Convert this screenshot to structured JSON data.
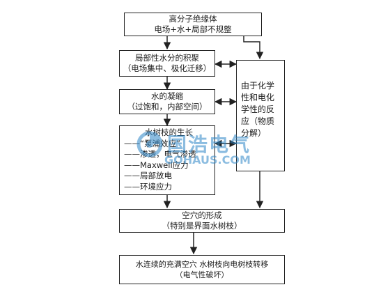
{
  "nodes": {
    "insulator": {
      "lines": [
        "高分子绝缘体",
        "电场+水+局部不规整"
      ]
    },
    "accumulation": {
      "lines": [
        "局部性水分的积聚",
        "（电场集中、极化迁移）"
      ]
    },
    "condensation": {
      "lines": [
        "水的凝缩",
        "（过饱和，内部空间）"
      ]
    },
    "growth": {
      "lines": [
        "水树枝的生长",
        "——“泵浦效应”",
        "——渗透，电气渗透",
        "——Maxwell应力",
        "——局部放电",
        "——环境应力"
      ]
    },
    "chemical": {
      "lines": [
        "由于化学",
        "性和电化",
        "学性的反",
        "应（物质",
        "分解）"
      ]
    },
    "voids": {
      "lines": [
        "空穴的形成",
        "（特别是界面水树枝）"
      ]
    },
    "breakdown": {
      "lines": [
        "水连续的充满空穴  水树枝向电树枝转移",
        "（电气性破坏）"
      ]
    }
  },
  "watermark": {
    "brand_cn": "国浩电气",
    "brand_en": "GOHAUS.COM"
  },
  "colors": {
    "line": "#222222",
    "watermark": "#2d86c7"
  }
}
